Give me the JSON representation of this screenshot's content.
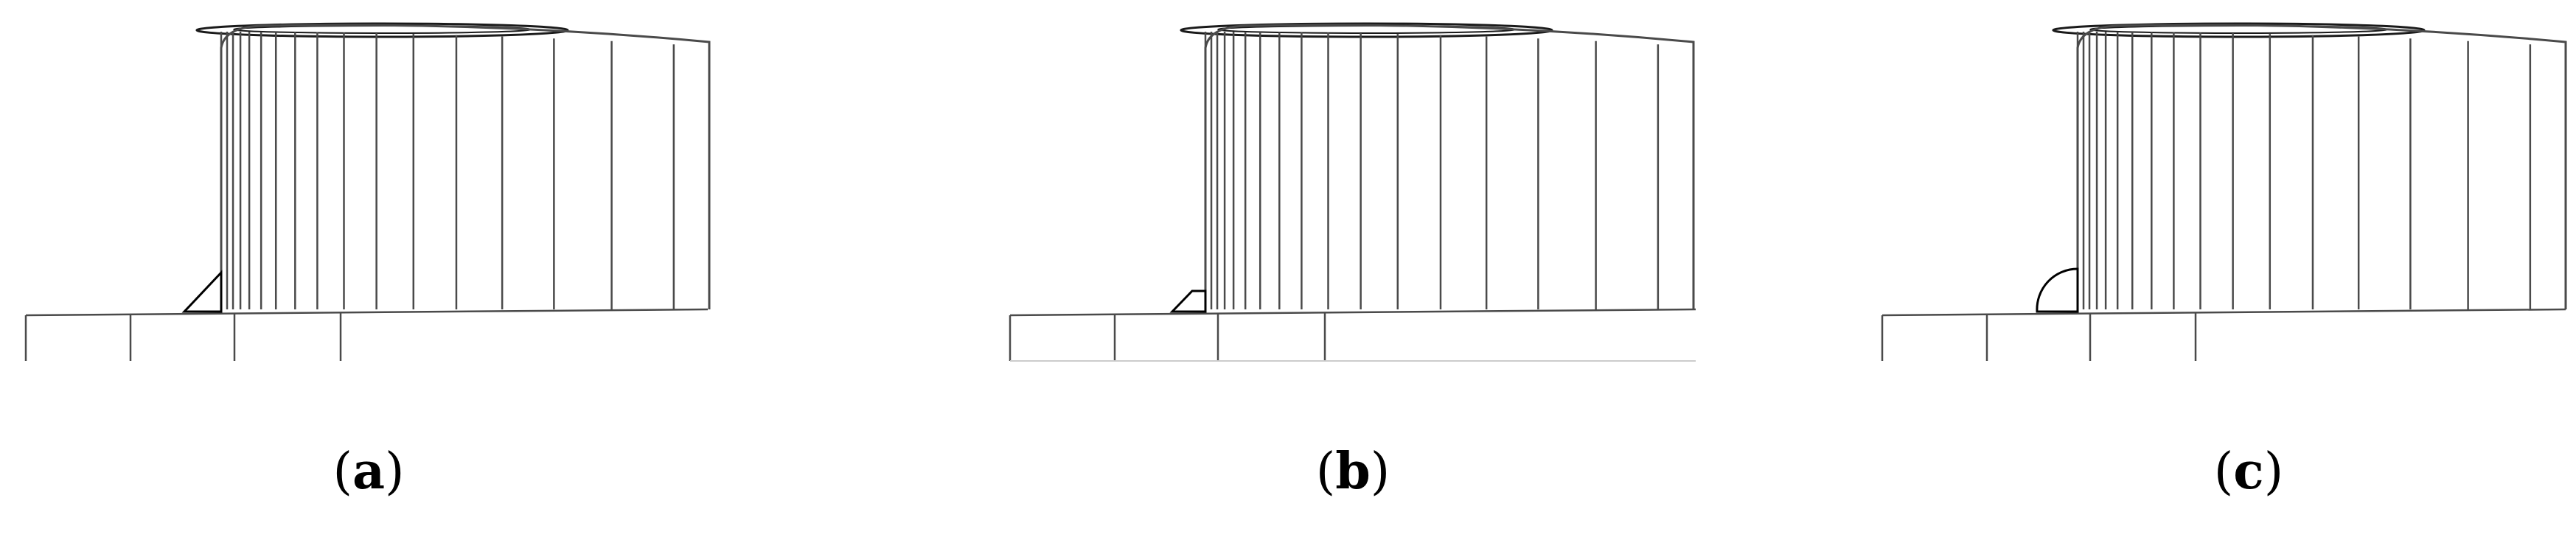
{
  "figure": {
    "panels": [
      {
        "id": "a",
        "label": "a",
        "fillet": "triangle"
      },
      {
        "id": "b",
        "label": "b",
        "fillet": "trapezoid"
      },
      {
        "id": "c",
        "label": "c",
        "fillet": "quarter-circle"
      }
    ],
    "colors": {
      "stroke": "#4a4a4a",
      "crown": "#1a1a1a",
      "background": "#ffffff"
    }
  }
}
